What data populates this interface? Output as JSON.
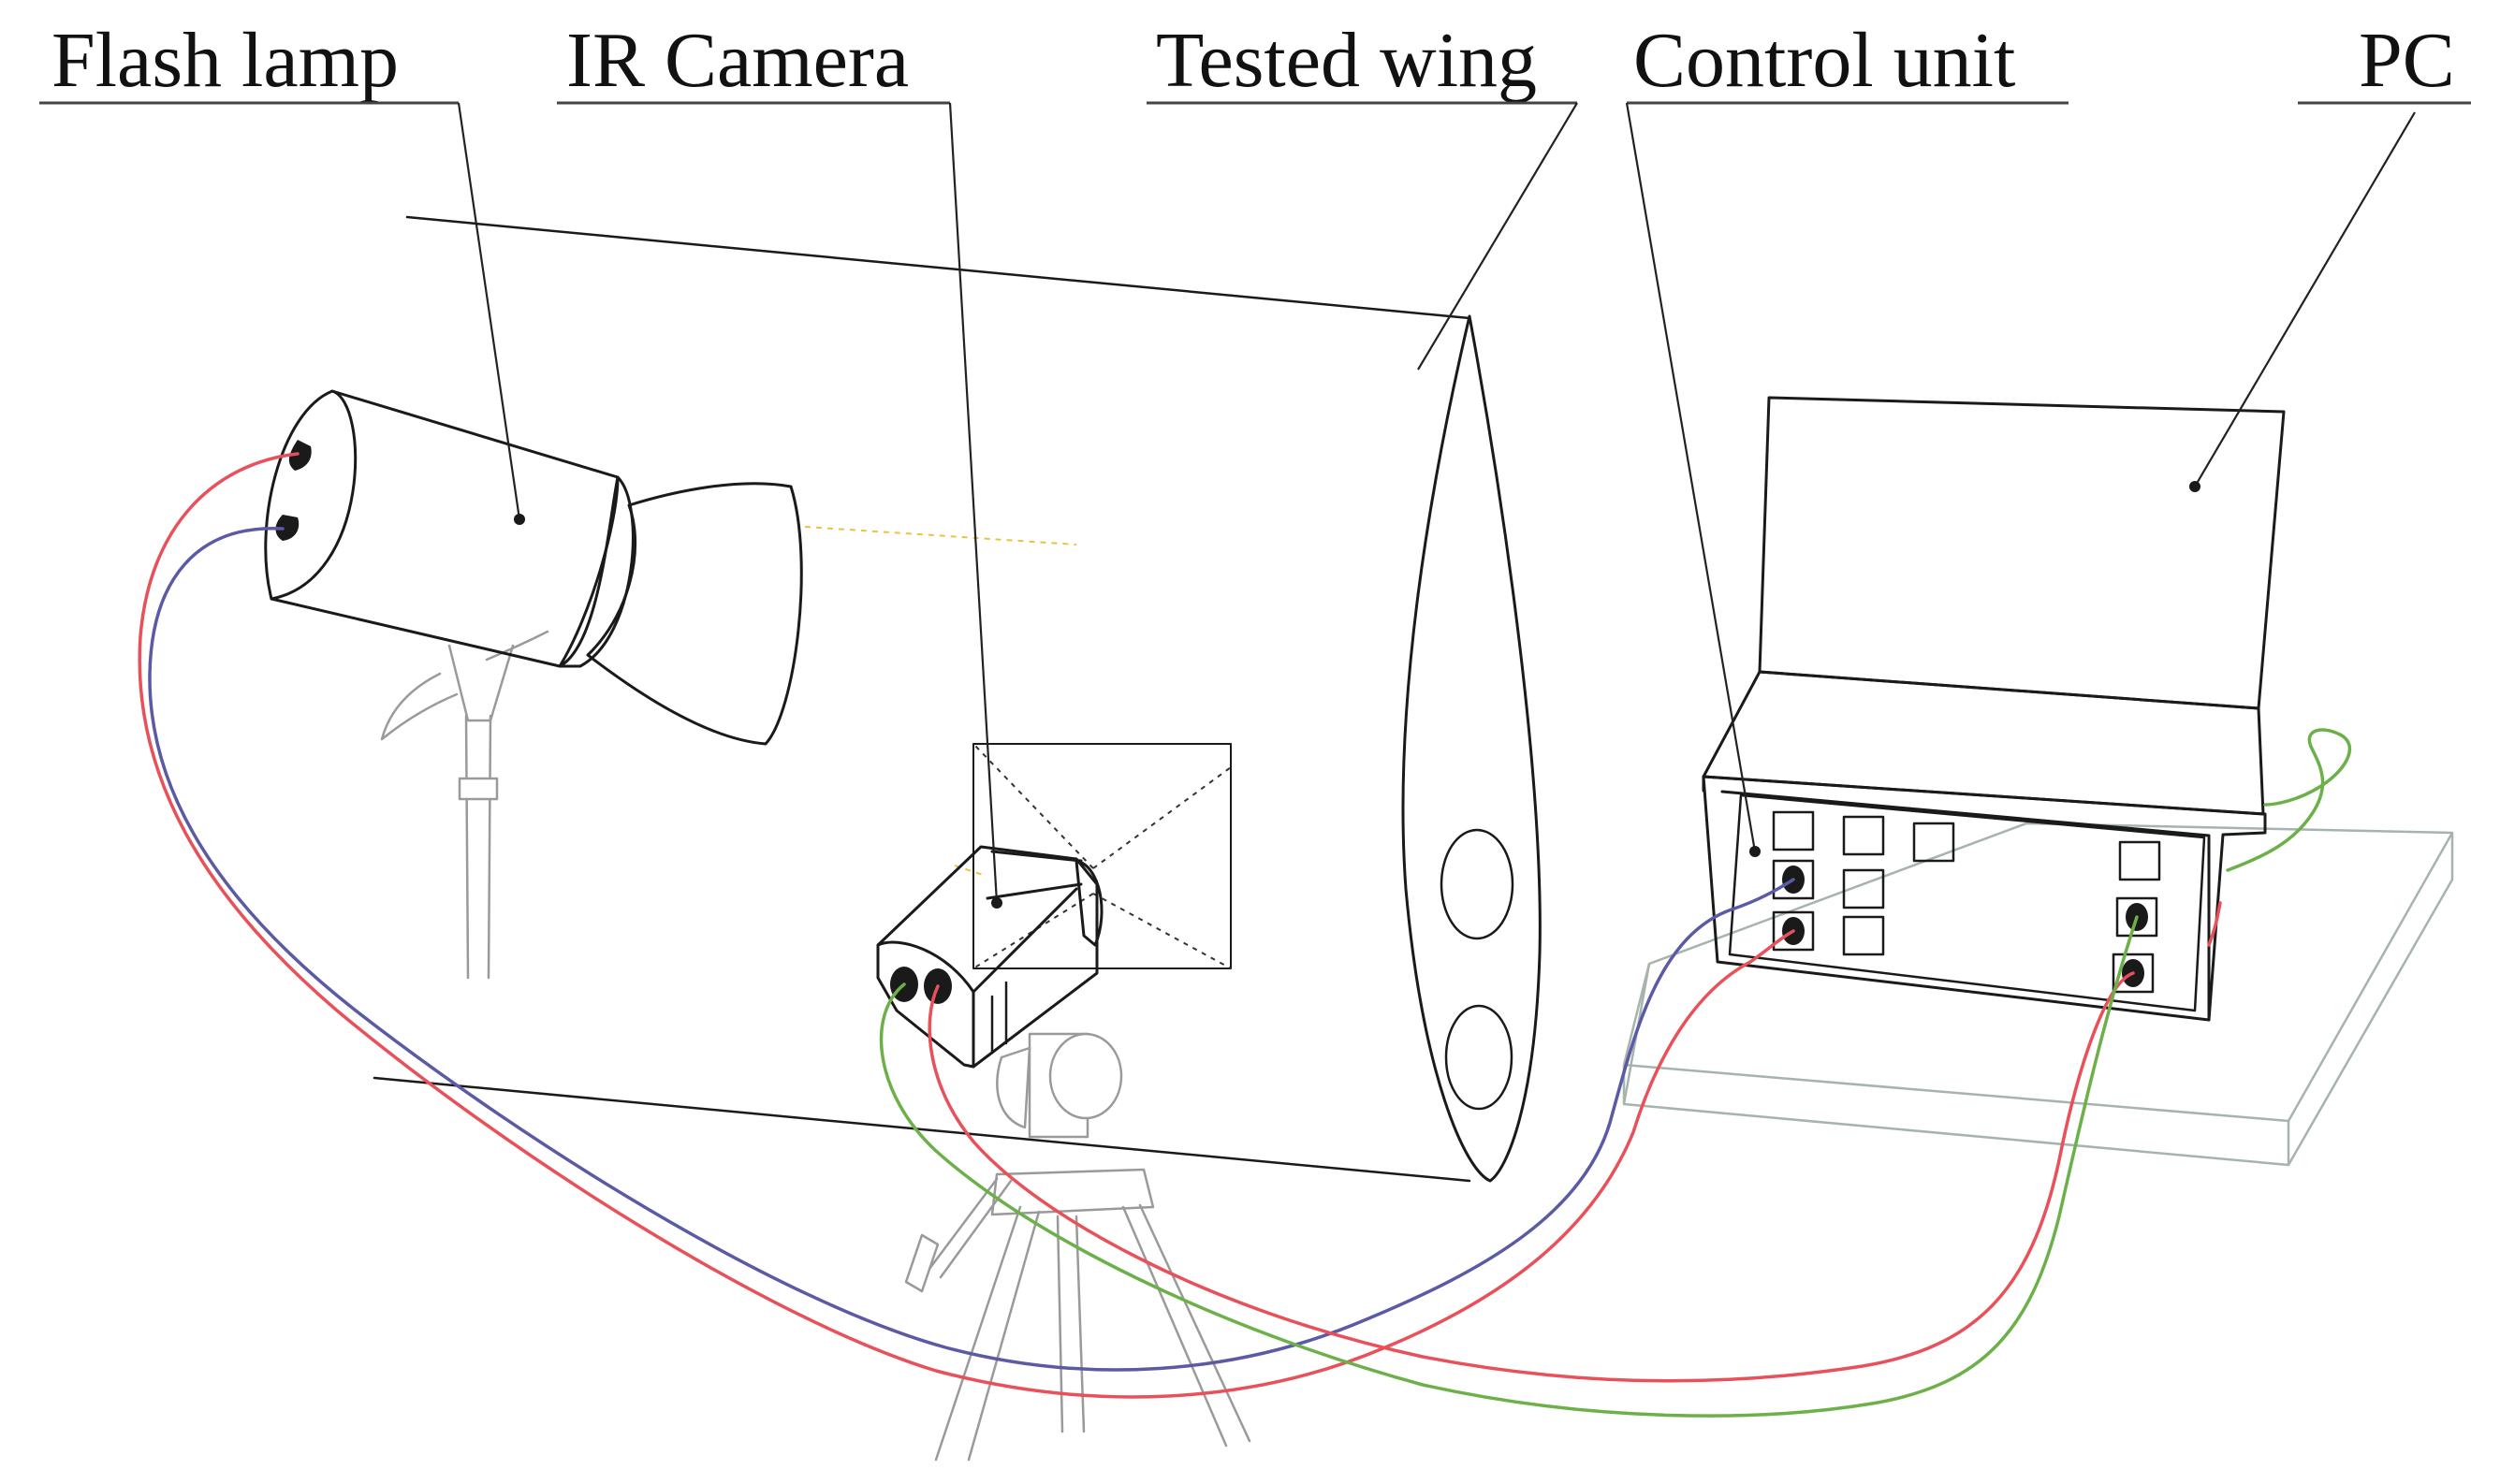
{
  "labels": {
    "flash_lamp": "Flash  lamp",
    "ir_camera": "IR Camera",
    "tested_wing": "Tested wing",
    "control_unit": "Control unit",
    "pc": "PC"
  },
  "colors": {
    "ink": "#1a1a1a",
    "stand_grey": "#9a9a9a",
    "table_grey": "#a7b3ad",
    "cable_red": "#e8505a",
    "cable_blue": "#5a5aa5",
    "cable_green": "#6cb04a",
    "flash_beam": "#e8c440"
  }
}
